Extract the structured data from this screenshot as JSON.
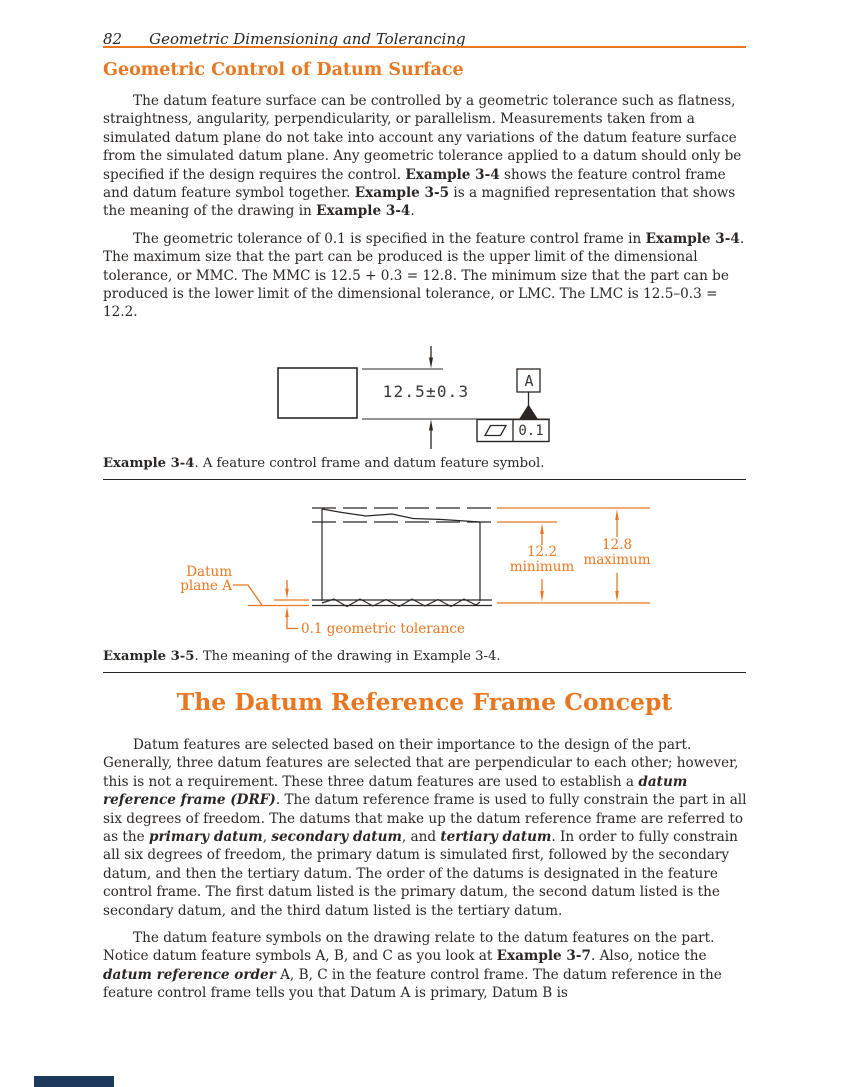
{
  "page": {
    "number": "82",
    "running_title": "Geometric Dimensioning and Tolerancing"
  },
  "colors": {
    "accent_orange": "#e87722",
    "body_text": "#2b2724",
    "footer_band_navy": "#1d3a5c"
  },
  "section1": {
    "heading": "Geometric Control of Datum Surface",
    "para1": [
      [
        "r",
        "The datum feature surface can be controlled by a geometric tolerance such as flatness, straightness, angularity, perpendicularity, or parallelism. Measurements taken from a simulated datum plane do not take into account any variations of the datum feature surface from the simulated datum plane. Any geometric tolerance applied to a datum should only be specified if the design requires the control. "
      ],
      [
        "b",
        "Example 3-4"
      ],
      [
        "r",
        " shows the feature control frame and datum feature symbol together. "
      ],
      [
        "b",
        "Example 3-5"
      ],
      [
        "r",
        " is a magnified representation that shows the meaning of the drawing in "
      ],
      [
        "b",
        "Example 3-4"
      ],
      [
        "r",
        "."
      ]
    ],
    "para2": [
      [
        "r",
        "The geometric tolerance of 0.1 is specified in the feature control frame in "
      ],
      [
        "b",
        "Example 3-4"
      ],
      [
        "r",
        ". The maximum size that the part can be produced is the upper limit of the dimensional tolerance, or MMC. The MMC is 12.5 + 0.3 = 12.8. The minimum size that the part can be produced is the lower limit of the dimensional tolerance, or LMC. The LMC is 12.5–0.3 = 12.2."
      ]
    ]
  },
  "figure_3_4": {
    "dimension_text": "12.5±0.3",
    "datum_letter": "A",
    "flatness_symbol_icon": "flatness-parallelogram-icon",
    "tolerance_value": "0.1",
    "caption": [
      [
        "b",
        "Example 3-4"
      ],
      [
        "r",
        ". A feature control frame and datum feature symbol."
      ]
    ]
  },
  "figure_3_5": {
    "datum_label_1": "Datum",
    "datum_label_2": "plane A",
    "geometric_tolerance_label": "0.1 geometric tolerance",
    "min_value": "12.2",
    "min_word": "minimum",
    "max_value": "12.8",
    "max_word": "maximum",
    "caption": [
      [
        "b",
        "Example 3-5"
      ],
      [
        "r",
        ". The meaning of the drawing in Example 3-4."
      ]
    ]
  },
  "section2": {
    "heading": "The Datum Reference Frame Concept",
    "para1": [
      [
        "r",
        "Datum features are selected based on their importance to the design of the part. Generally, three datum features are selected that are perpendicular to each other; however, this is not a requirement. These three datum features are used to establish a "
      ],
      [
        "bi",
        "datum reference frame (DRF)"
      ],
      [
        "r",
        ". The datum reference frame is used to fully constrain the part in all six degrees of freedom. The datums that make up the datum reference frame are referred to as the "
      ],
      [
        "bi",
        "primary datum"
      ],
      [
        "r",
        ", "
      ],
      [
        "bi",
        "secondary datum"
      ],
      [
        "r",
        ", and "
      ],
      [
        "bi",
        "tertiary datum"
      ],
      [
        "r",
        ". In order to fully constrain all six degrees of freedom, the primary datum is simulated first, followed by the secondary datum, and then the tertiary datum. The order of the datums is designated in the feature control frame. The first datum listed is the primary datum, the second datum listed is the secondary datum, and the third datum listed is the tertiary datum."
      ]
    ],
    "para2": [
      [
        "r",
        "The datum feature symbols on the drawing relate to the datum features on the part. Notice datum feature symbols A, B, and C as you look at "
      ],
      [
        "b",
        "Example 3-7"
      ],
      [
        "r",
        ". Also, notice the "
      ],
      [
        "bi",
        "datum reference order"
      ],
      [
        "r",
        " A, B, C in the feature control frame. The datum reference in the feature control frame tells you that Datum A is primary, Datum B is"
      ]
    ]
  }
}
